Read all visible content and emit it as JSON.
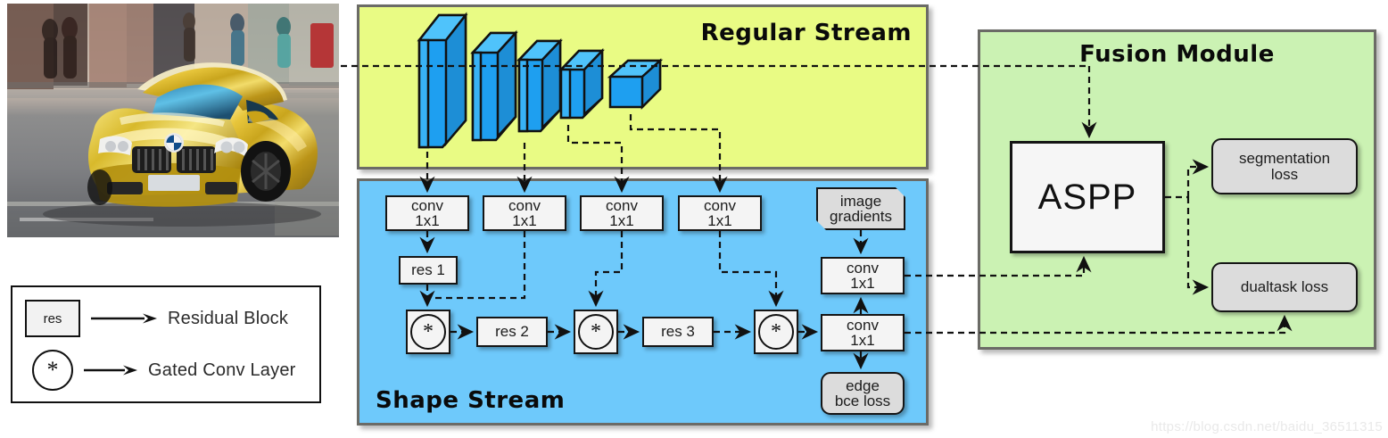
{
  "figure": {
    "watermark": "https://blog.csdn.net/baidu_36511315"
  },
  "input_image": {
    "name": "input-photo",
    "description": "gold BMW M4 coupe parked on a city street with blurred pedestrians and shops in the background"
  },
  "legend": {
    "items": [
      {
        "symbol_label": "res",
        "symbol_kind": "box",
        "label": "Residual Block"
      },
      {
        "symbol_label": "*",
        "symbol_kind": "circle-asterisk",
        "label": "Gated Conv Layer"
      }
    ]
  },
  "panels": {
    "regular": {
      "title": "Regular Stream",
      "color": "#e9fb84"
    },
    "shape": {
      "title": "Shape Stream",
      "color": "#6ec9fb"
    },
    "fusion": {
      "title": "Fusion Module",
      "color": "#cbf2b3"
    }
  },
  "regular_stream": {
    "backbone_blocks": [
      {
        "name": "slab-1",
        "kind": "slab"
      },
      {
        "name": "slab-2",
        "kind": "slab"
      },
      {
        "name": "slab-3",
        "kind": "slab"
      },
      {
        "name": "slab-4",
        "kind": "slab"
      },
      {
        "name": "cube-5",
        "kind": "cube"
      }
    ],
    "block_color": "#1e9ff0",
    "block_top_color": "#4fc3fb"
  },
  "shape_stream": {
    "conv_taps": [
      {
        "label": "conv\n1x1"
      },
      {
        "label": "conv\n1x1"
      },
      {
        "label": "conv\n1x1"
      },
      {
        "label": "conv\n1x1"
      }
    ],
    "res_blocks": [
      {
        "label": "res 1"
      },
      {
        "label": "res 2"
      },
      {
        "label": "res 3"
      }
    ],
    "gated_conv_layers": [
      {
        "label": "*"
      },
      {
        "label": "*"
      },
      {
        "label": "*"
      }
    ],
    "image_gradients": {
      "label": "image\ngradients"
    },
    "output_convs": [
      {
        "label": "conv\n1x1"
      },
      {
        "label": "conv\n1x1"
      }
    ],
    "edge_loss": {
      "label": "edge\nbce loss"
    }
  },
  "fusion_module": {
    "aspp": {
      "label": "ASPP"
    },
    "losses": [
      {
        "label": "segmentation\nloss"
      },
      {
        "label": "dualtask loss"
      }
    ]
  }
}
